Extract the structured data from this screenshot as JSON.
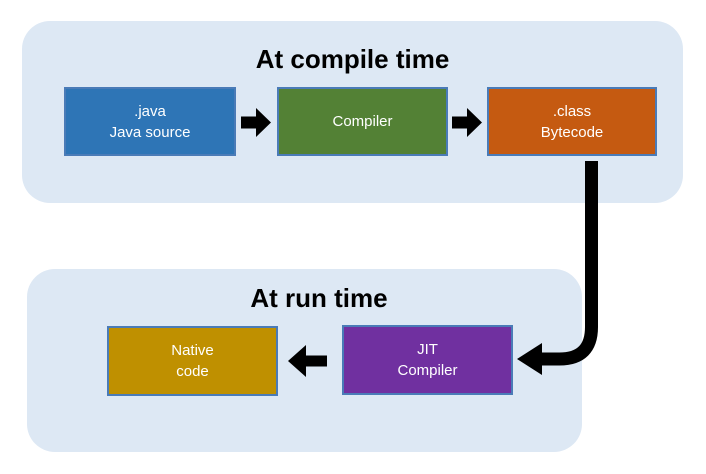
{
  "diagram": {
    "compile_section": {
      "title": "At compile time",
      "boxes": {
        "java_source": {
          "line1": ".java",
          "line2": "Java source",
          "fill": "#2e75b6"
        },
        "compiler": {
          "line1": "Compiler",
          "fill": "#538135"
        },
        "bytecode": {
          "line1": ".class",
          "line2": "Bytecode",
          "fill": "#c55a11"
        }
      }
    },
    "run_section": {
      "title": "At run time",
      "boxes": {
        "native_code": {
          "line1": "Native",
          "line2": "code",
          "fill": "#bf9000"
        },
        "jit_compiler": {
          "line1": "JIT",
          "line2": "Compiler",
          "fill": "#7030a0"
        }
      }
    },
    "colors": {
      "panel_background": "#dde8f4",
      "box_border": "#4a7bb7",
      "box_text": "#ffffff",
      "title_text": "#000000",
      "arrow": "#000000",
      "page_background": "#ffffff"
    }
  }
}
